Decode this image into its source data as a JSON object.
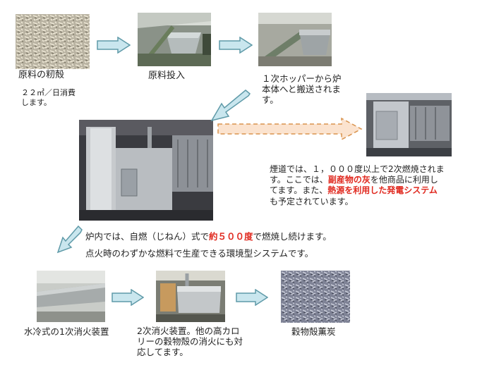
{
  "steps": {
    "husk": {
      "title": "原料の籾殻",
      "note_line1": "２２㎥／日消費",
      "note_line2": "します。"
    },
    "input": {
      "title": "原料投入"
    },
    "hopper": {
      "line1": "１次ホッパーから炉",
      "line2": "本体へと搬送されま",
      "line3": "す。"
    },
    "flue": {
      "line1": "煙道では、１，０００度以上で2次燃焼されま",
      "line2a": "す。ここでは、",
      "line2b": "副産物の灰",
      "line2c": "を他商品に利用し",
      "line3a": "てます。また、",
      "line3b": "熱源を利用した発電システム",
      "line4": "も予定されています。"
    },
    "furnace": {
      "line1a": "炉内では、自燃（じねん）式で",
      "line1b": "約５００度",
      "line1c": "で燃焼し続けます。",
      "line2": "点火時のわずかな燃料で生産できる環境型システムです。"
    },
    "quench1": {
      "title": "水冷式の1次消火装置"
    },
    "quench2": {
      "line1": "2次消火装置。他の高カロ",
      "line2": "リーの穀物殻の消火にも対",
      "line3": "応してます。"
    },
    "charcoal": {
      "title": "穀物殻薫炭"
    }
  },
  "colors": {
    "arrow_fill": "#c9e6ee",
    "arrow_stroke": "#5f9aa8",
    "dashed_fill": "#fbe3cf",
    "dashed_stroke": "#d9944f",
    "highlight": "#e0281e"
  }
}
